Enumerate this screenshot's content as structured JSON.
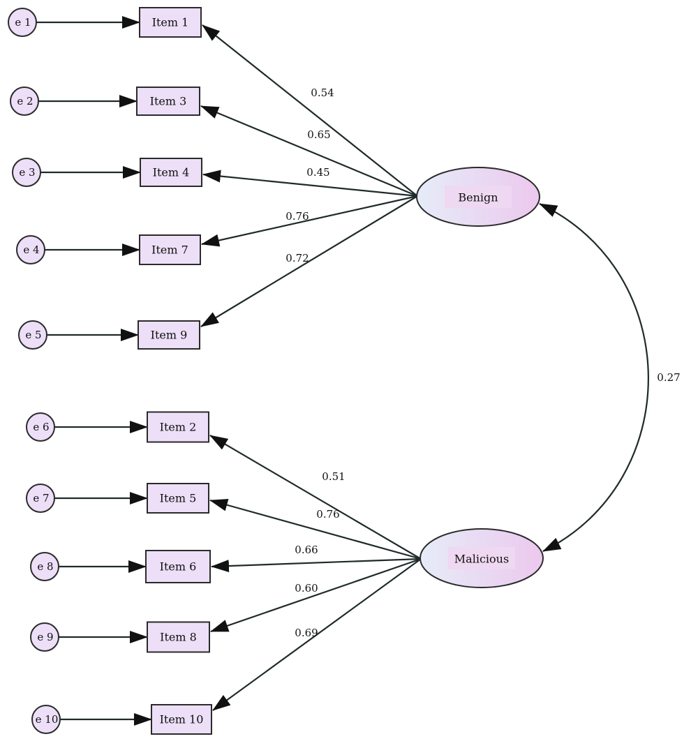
{
  "factors": [
    {
      "id": "benign",
      "label": "Benign"
    },
    {
      "id": "malicious",
      "label": "Malicious"
    }
  ],
  "items": [
    {
      "label": "Item 1",
      "error": "e 1",
      "factor": "benign",
      "loading": "0.54"
    },
    {
      "label": "Item 3",
      "error": "e 2",
      "factor": "benign",
      "loading": "0.65"
    },
    {
      "label": "Item 4",
      "error": "e 3",
      "factor": "benign",
      "loading": "0.45"
    },
    {
      "label": "Item 7",
      "error": "e 4",
      "factor": "benign",
      "loading": "0.76"
    },
    {
      "label": "Item 9",
      "error": "e 5",
      "factor": "benign",
      "loading": "0.72"
    },
    {
      "label": "Item 2",
      "error": "e 6",
      "factor": "malicious",
      "loading": "0.51"
    },
    {
      "label": "Item 5",
      "error": "e 7",
      "factor": "malicious",
      "loading": "0.76"
    },
    {
      "label": "Item 6",
      "error": "e 8",
      "factor": "malicious",
      "loading": "0.66"
    },
    {
      "label": "Item 8",
      "error": "e 9",
      "factor": "malicious",
      "loading": "0.60"
    },
    {
      "label": "Item 10",
      "error": "e 10",
      "factor": "malicious",
      "loading": "0.69"
    }
  ],
  "correlation": {
    "value": "0.27"
  },
  "colors": {
    "node_fill": "#ecdff7",
    "ellipse_fill_start": "#e6ecf8",
    "ellipse_fill_end": "#ecc8ee",
    "stroke": "#2a2a2a"
  }
}
